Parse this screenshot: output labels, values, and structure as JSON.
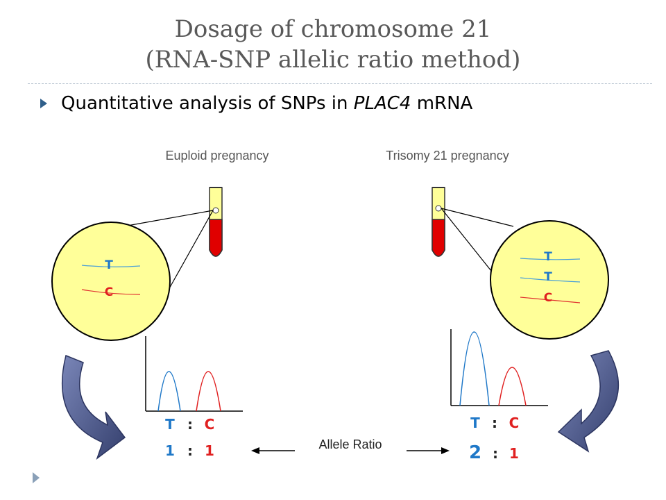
{
  "title": {
    "line1": "Dosage of chromosome 21",
    "line2": "(RNA-SNP allelic ratio method)"
  },
  "bullet": {
    "prefix": "Quantitative analysis of SNPs in",
    "gene": "PLAC4",
    "suffix": "mRNA"
  },
  "euploid": {
    "label": "Euploid pregnancy",
    "alleles": [
      "T",
      "C"
    ],
    "ratio_alleles": [
      "T",
      ":",
      "C"
    ],
    "ratio_values": [
      "1",
      ":",
      "1"
    ]
  },
  "trisomy": {
    "label": "Trisomy 21 pregnancy",
    "alleles": [
      "T",
      "T",
      "C"
    ],
    "ratio_alleles": [
      "T",
      ":",
      "C"
    ],
    "ratio_values": [
      "2",
      ":",
      "1"
    ]
  },
  "allele_ratio_label": "Allele Ratio",
  "colors": {
    "t_allele": "#1f78c8",
    "c_allele": "#e02020",
    "cell_fill": "#ffff99",
    "blood": "#e00000",
    "plasma": "#ffff99",
    "arrow": "#4a5a8a"
  },
  "icons": [
    "bullet-arrow-icon",
    "test-tube-icon",
    "curved-arrow-icon"
  ]
}
